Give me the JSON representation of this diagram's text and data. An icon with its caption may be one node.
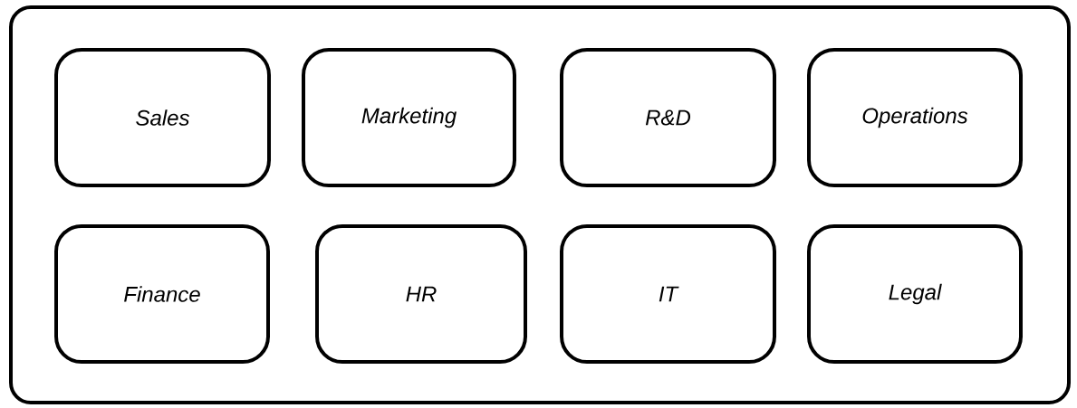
{
  "diagram": {
    "nodes": [
      {
        "text": [],
        "shape": "box"
      },
      {
        "text": [
          "Sales"
        ],
        "in": 0
      },
      {
        "text": [
          "Marketing"
        ],
        "in": 0
      },
      {
        "text": [
          "R&D"
        ],
        "in": 0
      },
      {
        "text": [
          "Operations"
        ],
        "in": 0
      },
      {
        "text": [
          "Finance"
        ],
        "in": 0
      },
      {
        "text": [
          "HR"
        ],
        "in": 0
      },
      {
        "text": [
          "IT"
        ],
        "in": 0
      },
      {
        "text": [
          "Legal"
        ],
        "in": 0
      }
    ]
  }
}
